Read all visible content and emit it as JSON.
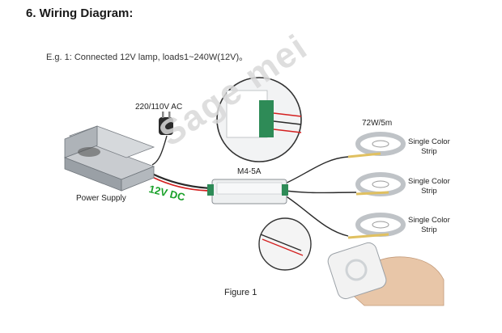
{
  "heading": "6. Wiring Diagram:",
  "example": "E.g. 1: Connected 12V lamp, loads1~240W(12V)。",
  "ac_label": "220/110V AC",
  "power_supply_label": "Power Supply",
  "dc_label": "12V DC",
  "controller_label": "M4-5A",
  "strip_rating": "72W/5m",
  "strips": [
    {
      "line1": "Single Color",
      "line2": "Strip"
    },
    {
      "line1": "Single Color",
      "line2": "Strip"
    },
    {
      "line1": "Single Color",
      "line2": "Strip"
    }
  ],
  "watermark": "Sage mei",
  "figure_caption": "Figure 1",
  "colors": {
    "wire": "#2a2a2a",
    "red_wire": "#d42020",
    "dc_label": "#1aa12a",
    "terminal_green": "#2e8b57",
    "watermark": "#d9d9d9"
  },
  "icons": [
    "power-plug-icon",
    "power-supply-icon",
    "controller-icon",
    "led-reel-icon",
    "remote-icon",
    "hand-icon",
    "magnifier-icon"
  ]
}
